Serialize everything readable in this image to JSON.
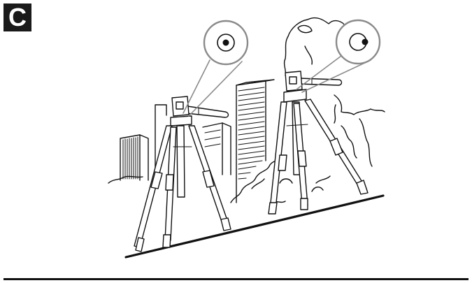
{
  "panel": {
    "label": "C"
  },
  "colors": {
    "ink": "#111111",
    "callout_circle": "#8a8a8a",
    "badge_background": "#1a1a1a",
    "badge_text": "#ffffff",
    "paper": "#ffffff"
  },
  "figure": {
    "tripods": [
      {
        "name": "left-tripod",
        "bubble_level": "centered"
      },
      {
        "name": "right-tripod",
        "bubble_level": "off-center-right"
      }
    ],
    "ground": "sloped",
    "background": [
      "buildings",
      "trees"
    ]
  }
}
